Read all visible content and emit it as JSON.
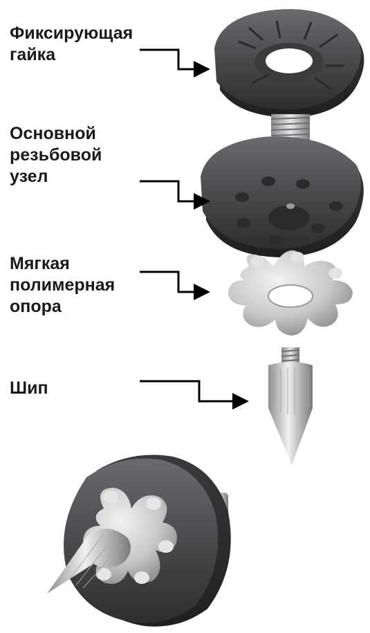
{
  "parts": [
    {
      "id": "lock-nut",
      "label_lines": [
        "Фиксирующая",
        "гайка"
      ]
    },
    {
      "id": "main-threaded-unit",
      "label_lines": [
        "Основной",
        "резьбовой",
        "узел"
      ]
    },
    {
      "id": "soft-polymer-support",
      "label_lines": [
        "Мягкая",
        "полимерная",
        "опора"
      ]
    },
    {
      "id": "spike",
      "label_lines": [
        "Шип"
      ]
    }
  ],
  "colors": {
    "part_dark": "#4a4a4d",
    "part_light": "#c9c9cb",
    "leader": "#000000",
    "text": "#1a1a1a"
  }
}
